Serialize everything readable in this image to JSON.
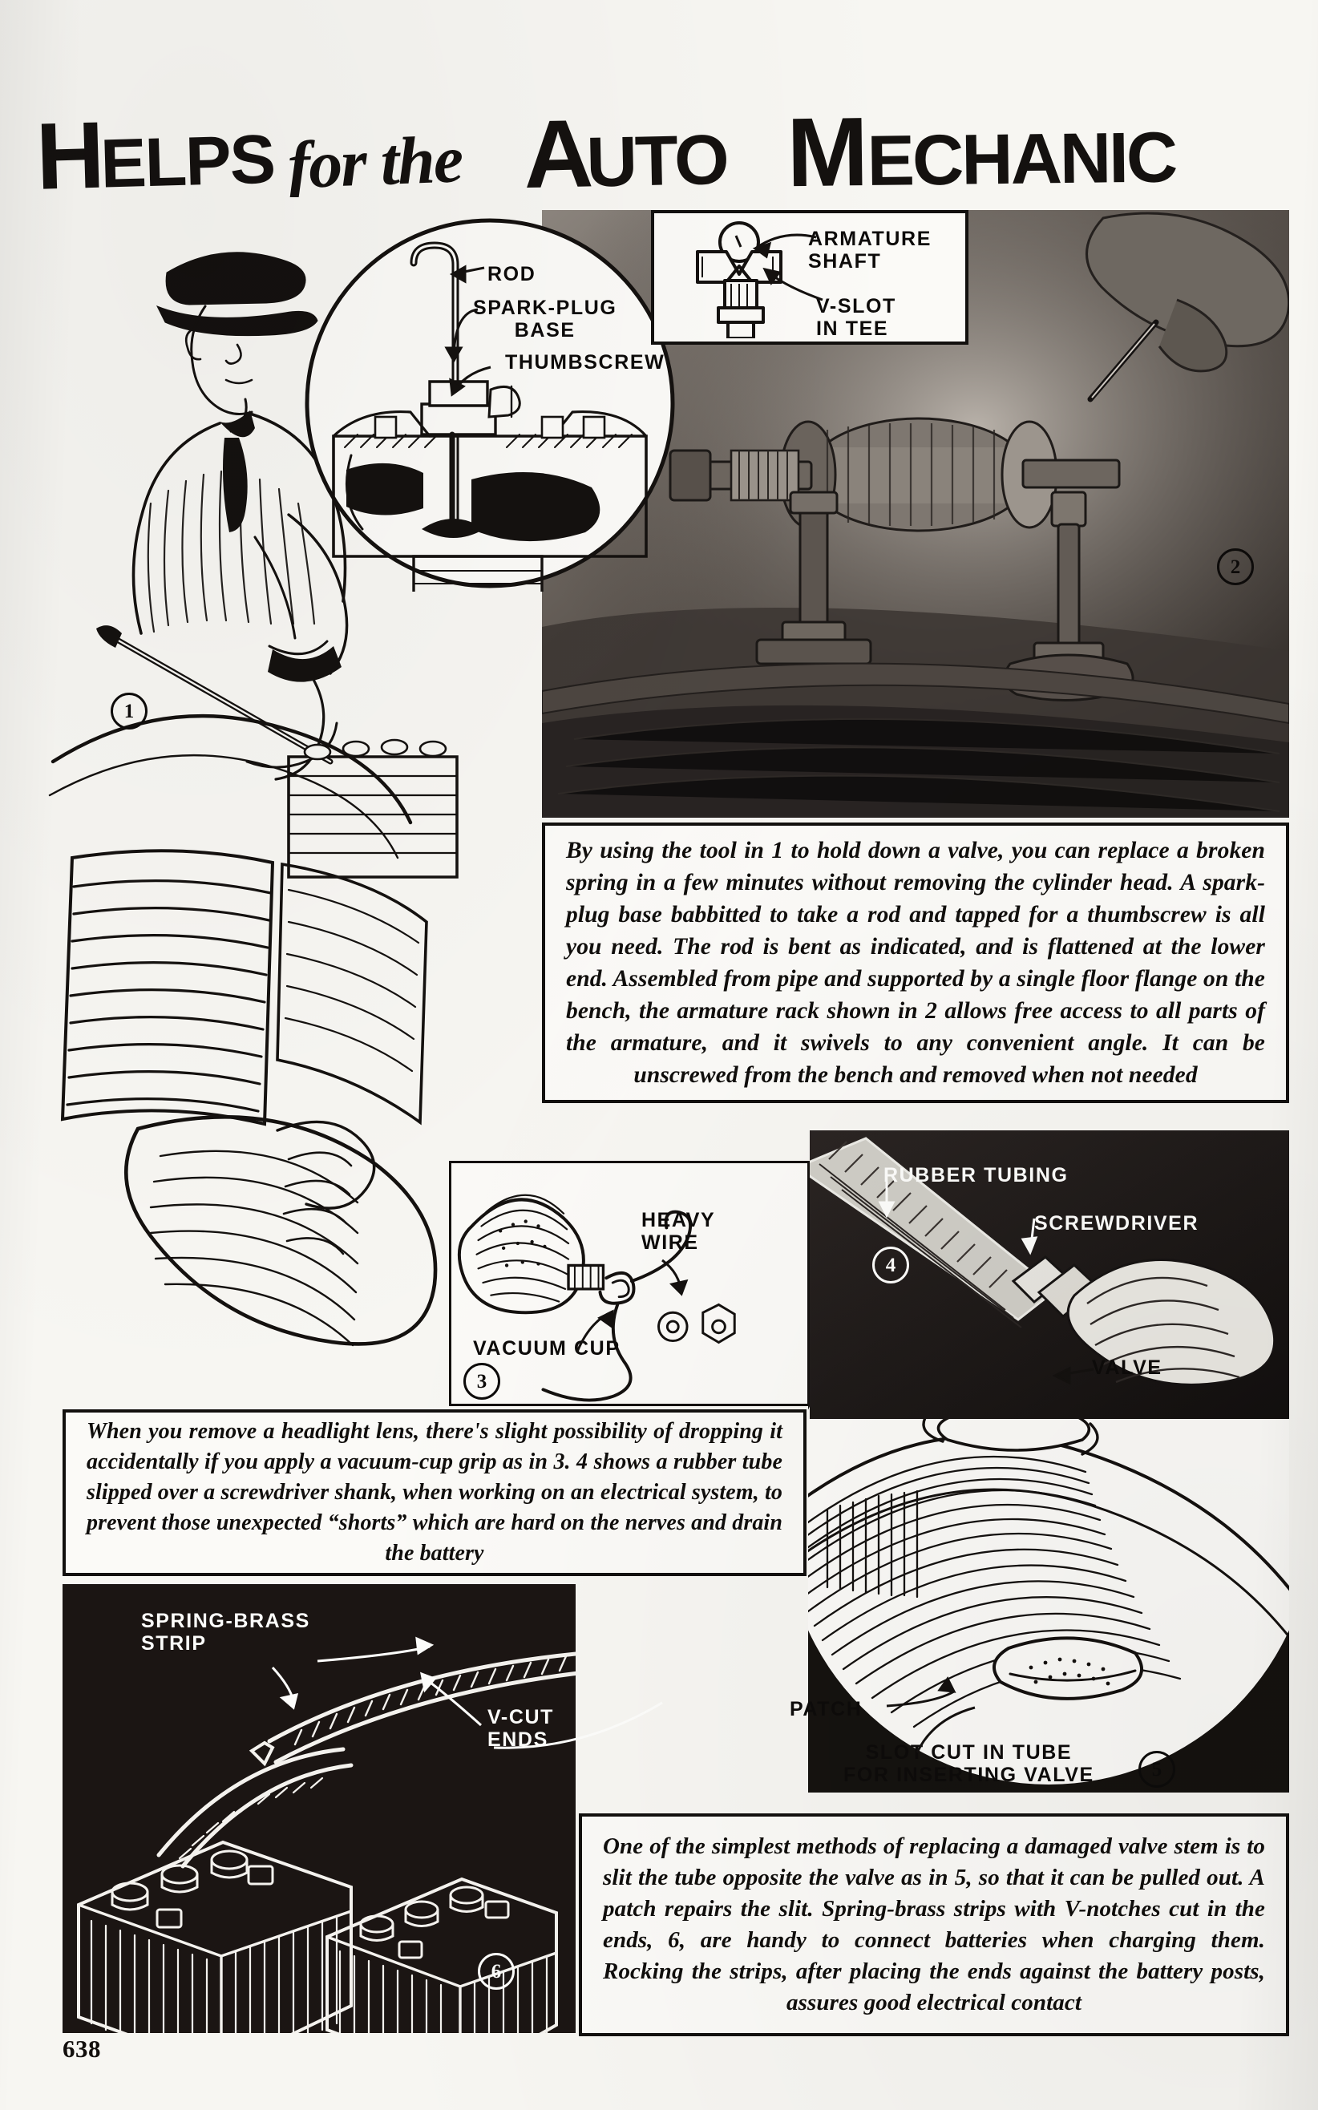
{
  "page": {
    "folio": "638",
    "title": {
      "part1": "HELPS",
      "part2": "for the",
      "part3": "AUTO",
      "part4": "MECHANIC",
      "full": "HELPS for the AUTO MECHANIC"
    }
  },
  "captions": [
    {
      "id": "caption-1",
      "text": "By using the tool in 1 to hold down a valve, you can replace a broken spring in a few minutes without removing the cylinder head.  A spark-plug base babbitted to take a rod and tapped for a thumbscrew is all you need.  The rod is bent as indicated, and is flattened at the lower end.  Assembled from pipe and supported by a single floor flange on the bench, the armature rack shown in 2 allows free access to all parts of the armature, and it swivels to any convenient angle.  It can be unscrewed from the bench and removed when not needed"
    },
    {
      "id": "caption-2",
      "text": "When you remove a headlight lens, there's slight possibility of dropping it accidentally if you apply a vacuum-cup grip as in 3. 4 shows a rubber tube slipped over a screwdriver shank, when working on an electrical system, to prevent those unexpected “shorts” which are hard on the nerves and drain the battery"
    },
    {
      "id": "caption-3",
      "text": "One of the simplest methods of replacing a damaged valve stem is to slit the tube opposite the valve as in 5, so that it can be pulled out.  A patch repairs the slit.  Spring-brass strips with V-notches cut in the ends, 6, are handy to connect batteries when charging them. Rocking the strips, after placing the ends against the battery posts, assures good electrical contact"
    }
  ],
  "labels": {
    "rod": "ROD",
    "spark_plug_base": "SPARK-PLUG\nBASE",
    "thumbscrew": "THUMBSCREW",
    "armature_shaft": "ARMATURE\nSHAFT",
    "v_slot_in_tee": "V-SLOT\nIN TEE",
    "heavy_wire": "HEAVY\nWIRE",
    "vacuum_cup": "VACUUM CUP",
    "rubber_tubing": "RUBBER TUBING",
    "screwdriver": "SCREWDRIVER",
    "valve": "VALVE",
    "patch": "PATCH",
    "slot_cut": "SLOT CUT IN TUBE\nFOR INSERTING VALVE",
    "spring_brass_strip": "SPRING-BRASS\nSTRIP",
    "v_cut_ends": "V-CUT\nENDS"
  },
  "figure_numbers": {
    "one": "1",
    "two": "2",
    "three": "3",
    "four": "4",
    "five": "5",
    "six": "6"
  },
  "colors": {
    "ink": "#12100e",
    "paper": "#f7f6f2",
    "panel_dark": "#1a1614",
    "highlight": "#fdfdfb"
  }
}
